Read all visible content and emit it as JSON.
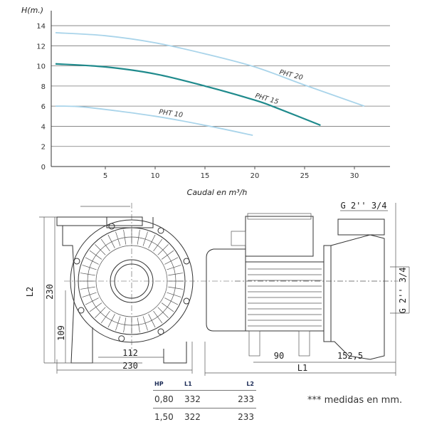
{
  "chart_data": {
    "type": "line",
    "title": "",
    "xlabel": "Caudal en m³/h",
    "ylabel": "H(m.)",
    "xlim": [
      0,
      33.5
    ],
    "ylim": [
      0,
      15
    ],
    "x_ticks": [
      5,
      10,
      15,
      20,
      25,
      30
    ],
    "y_ticks": [
      0,
      2,
      4,
      6,
      8,
      10,
      12,
      14
    ],
    "grid": "horizontal",
    "series": [
      {
        "name": "PHT 20",
        "color": "#a9d4ea",
        "points": [
          [
            0,
            13.3
          ],
          [
            5,
            13.0
          ],
          [
            10,
            12.3
          ],
          [
            15,
            11.2
          ],
          [
            20,
            9.9
          ],
          [
            25,
            8.1
          ],
          [
            31,
            6.0
          ]
        ]
      },
      {
        "name": "PHT 15",
        "color": "#1f8a8c",
        "points": [
          [
            0,
            10.2
          ],
          [
            5,
            9.9
          ],
          [
            10,
            9.2
          ],
          [
            15,
            8.0
          ],
          [
            20,
            6.6
          ],
          [
            22,
            5.9
          ],
          [
            26.6,
            4.1
          ]
        ]
      },
      {
        "name": "PHT 10",
        "color": "#a9d4ea",
        "points": [
          [
            0,
            6.0
          ],
          [
            3,
            5.9
          ],
          [
            10,
            5.0
          ],
          [
            15.5,
            4.0
          ],
          [
            19.8,
            3.1
          ]
        ]
      }
    ]
  },
  "drawing": {
    "front": {
      "l2": "L2",
      "height": "230",
      "axis_height": "109",
      "base_width": "112",
      "width": "230"
    },
    "side": {
      "outlet_top": "G 2'' 3/4",
      "outlet_side": "G 2'' 3/4",
      "feet_dist": "90",
      "head_len": "152,5",
      "l1": "L1"
    }
  },
  "table": {
    "headers": [
      "HP",
      "L1",
      "L2"
    ],
    "rows": [
      [
        "0,80",
        "332",
        "233"
      ],
      [
        "1,50",
        "322",
        "233"
      ]
    ]
  },
  "note": "*** medidas en mm."
}
